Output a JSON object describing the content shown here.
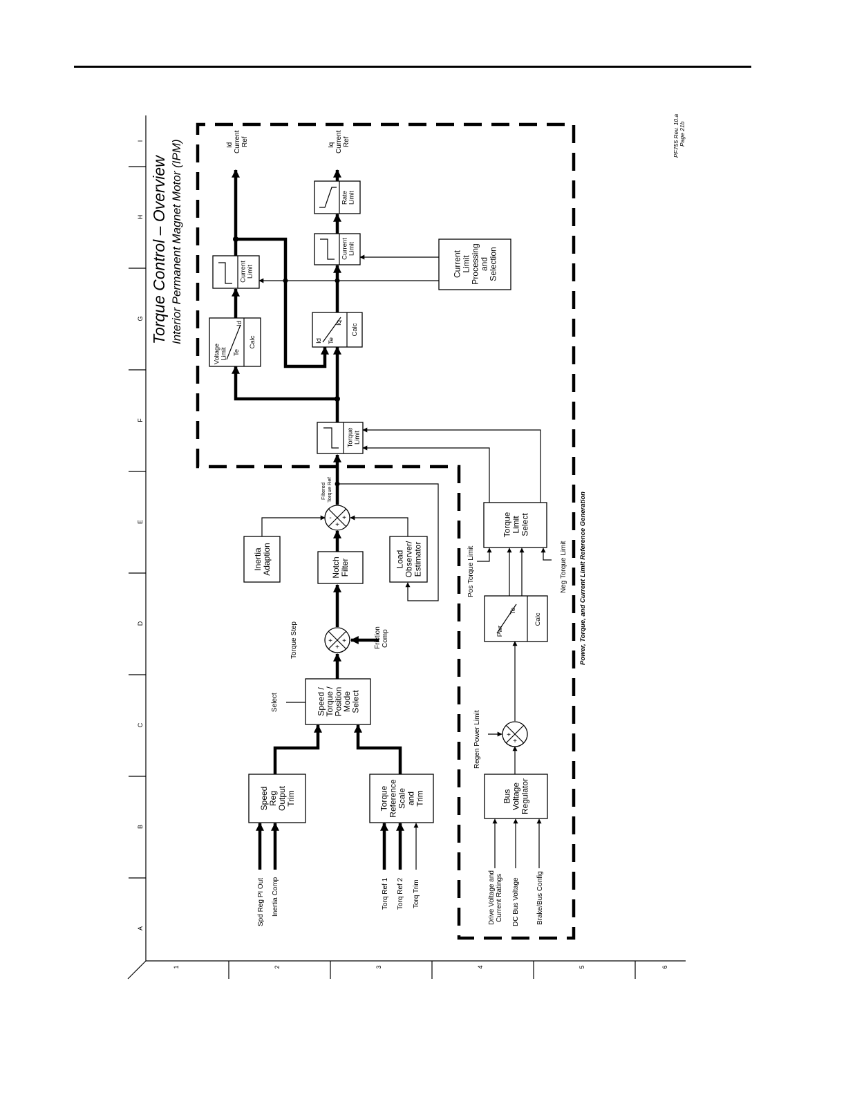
{
  "header": {
    "title": "Torque Control – Overview",
    "subtitle": "Interior Permanent Magnet Motor (IPM)",
    "rev": [
      "PF755 Rev. 10.a",
      "Page 21b"
    ]
  },
  "grid": {
    "columns": [
      "A",
      "B",
      "C",
      "D",
      "E",
      "F",
      "G",
      "H",
      "I"
    ],
    "rows": [
      "1",
      "2",
      "3",
      "4",
      "5",
      "6"
    ]
  },
  "section_title": "Power, Torque, and Current Limit Reference Generation",
  "blocks": {
    "speed_reg_output_trim": [
      "Speed",
      "Reg",
      "Output",
      "Trim"
    ],
    "torque_ref_scale_trim": [
      "Torque",
      "Reference",
      "Scale",
      "and",
      "Trim"
    ],
    "mode_select": [
      "Speed /",
      "Torque /",
      "Position",
      "Mode",
      "Select"
    ],
    "notch_filter": [
      "Notch",
      "Filter"
    ],
    "inertia_adaption": [
      "Inertia",
      "Adaption"
    ],
    "load_observer": [
      "Load",
      "Observer/",
      "Estimator"
    ],
    "torque_limit": [
      "Torque",
      "Limit"
    ],
    "voltage_limit": {
      "top": [
        "Voltage",
        "Limit"
      ],
      "te": "Te",
      "id": "Id",
      "calc": "Calc"
    },
    "id_current_limit": [
      "Current",
      "Limit"
    ],
    "iq_calc": {
      "id": "Id",
      "te": "Te",
      "iq": "Iq",
      "calc": "Calc"
    },
    "iq_current_limit": [
      "Current",
      "Limit"
    ],
    "rate_limit": [
      "Rate",
      "Limit"
    ],
    "current_limit_processing": [
      "Current",
      "Limit",
      "Processing",
      "and",
      "Selection"
    ],
    "bus_voltage_regulator": [
      "Bus",
      "Voltage",
      "Regulator"
    ],
    "pwr_te_calc": {
      "pwr": "Pwr",
      "te": "Te",
      "calc": "Calc"
    },
    "torque_limit_select": [
      "Torque",
      "Limit",
      "Select"
    ]
  },
  "signals": {
    "spd_reg_pi_out": "Spd Reg PI Out",
    "inertia_comp": "Inertia Comp",
    "torq_ref_1": "Torq Ref 1",
    "torq_ref_2": "Torq Ref 2",
    "torq_trim": "Torq Trim",
    "select": "Select",
    "torque_step": "Torque Step",
    "friction_comp": [
      "Friction",
      "Comp"
    ],
    "filtered_torque_ref": [
      "Filtered",
      "Torque Ref"
    ],
    "id_current_ref": [
      "Id",
      "Current",
      "Ref"
    ],
    "iq_current_ref": [
      "Iq",
      "Current",
      "Ref"
    ],
    "drive_voltage_ratings": [
      "Drive Voltage and",
      "Current Ratings"
    ],
    "dc_bus_voltage": "DC Bus Voltage",
    "brake_bus_config": "Brake/Bus Config",
    "regen_power_limit": "Regen Power Limit",
    "pos_torque_limit": "Pos Torque Limit",
    "neg_torque_limit": "Neg Torque Limit"
  },
  "summing_signs": {
    "sum_inputs": [
      "+",
      "+",
      "+"
    ],
    "sum_notch": [
      "-",
      "+",
      "+"
    ],
    "sum_regen": [
      "+",
      "+"
    ]
  }
}
